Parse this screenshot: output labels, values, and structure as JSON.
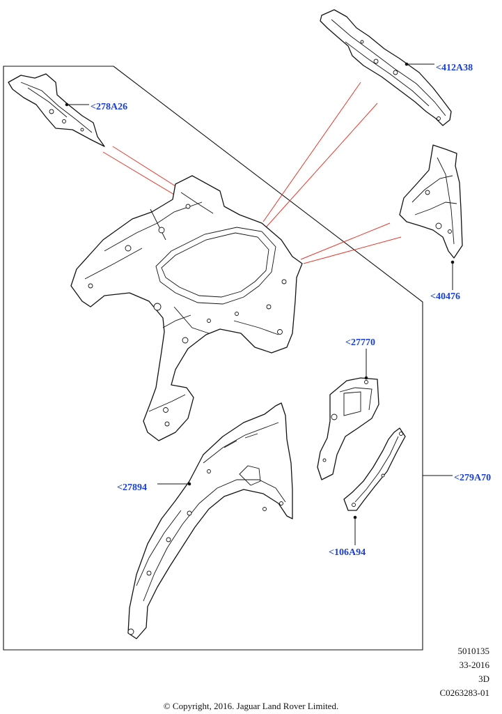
{
  "callouts": {
    "c412A38": "<412A38",
    "c278A26": "<278A26",
    "c40476": "<40476",
    "c27770": "<27770",
    "c279A70": "<279A70",
    "c27894": "<27894",
    "c106A94": "<106A94"
  },
  "meta": {
    "line1": "5010135",
    "line2": "33-2016",
    "line3": "3D",
    "line4": "C0263283-01"
  },
  "copyright": "© Copyright, 2016. Jaguar Land Rover Limited.",
  "colors": {
    "callout_text": "#1a3fcf",
    "pointer_lines": "#e23b2e",
    "linework": "#111111"
  }
}
